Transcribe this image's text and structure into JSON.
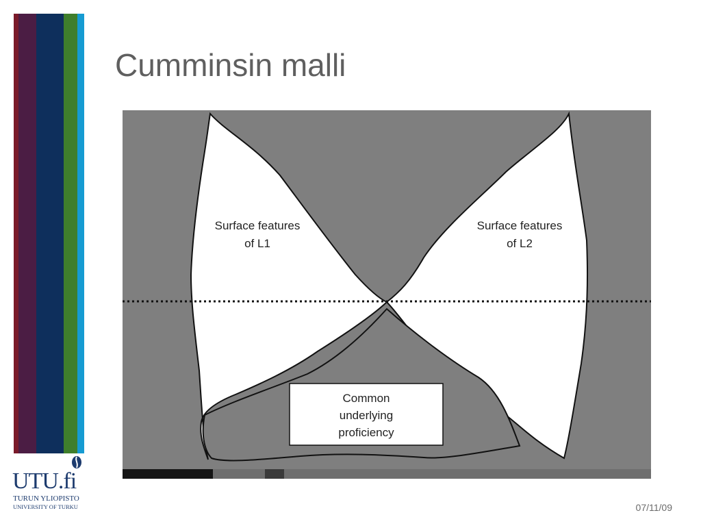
{
  "slide": {
    "title": "Cumminsin malli",
    "date": "07/11/09"
  },
  "logo": {
    "main": "UTU.fi",
    "line1": "TURUN YLIOPISTO",
    "line2": "UNIVERSITY OF TURKU"
  },
  "diagram": {
    "left_label_line1": "Surface features",
    "left_label_line2": "of L1",
    "right_label_line1": "Surface features",
    "right_label_line2": "of L2",
    "box_line1": "Common",
    "box_line2": "underlying",
    "box_line3": "proficiency"
  },
  "colors": {
    "stripe_red": "#7a1a2a",
    "stripe_purple": "#4b1d44",
    "stripe_navy": "#0e2f5c",
    "stripe_green": "#3f7e2c",
    "stripe_cyan": "#169bd2",
    "diagram_grey": "#7f7f7f",
    "logo_blue": "#1d3b6e"
  }
}
